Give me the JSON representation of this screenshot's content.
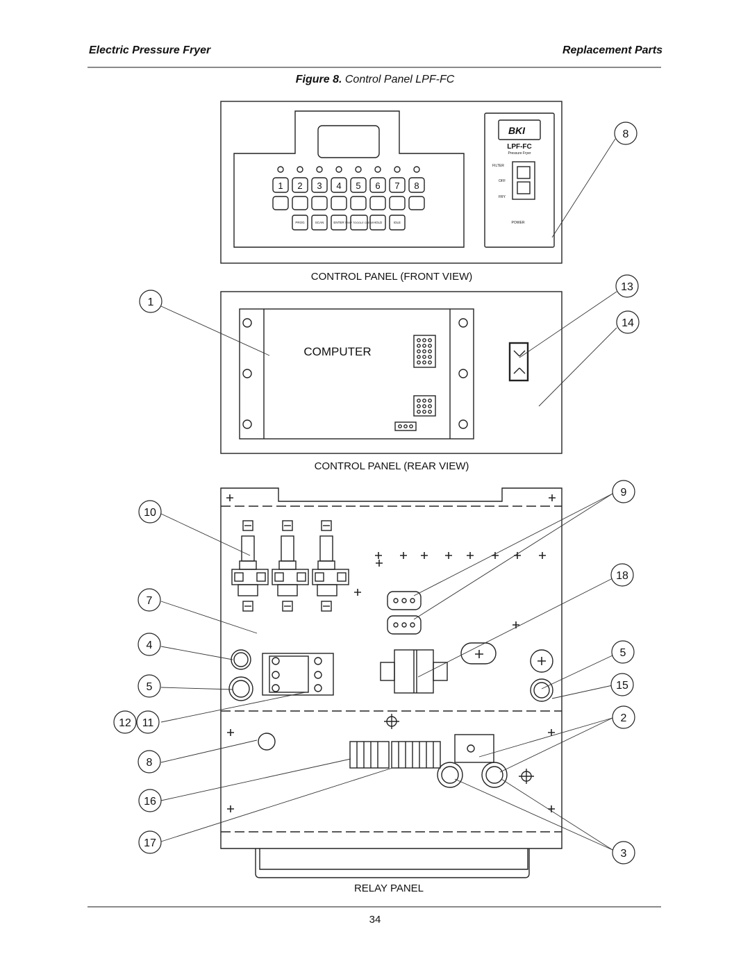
{
  "header": {
    "left": "Electric Pressure Fryer",
    "right": "Replacement Parts"
  },
  "figure": {
    "label": "Figure 8.",
    "title": "Control Panel LPF-FC"
  },
  "front_view": {
    "caption": "CONTROL PANEL (FRONT VIEW)",
    "number_keys": [
      "1",
      "2",
      "3",
      "4",
      "5",
      "6",
      "7",
      "8"
    ],
    "function_keys": [
      "PROG",
      "SCAN",
      "ENTER",
      "TEMP TOGGLE CLEAR",
      "HOLD",
      "IDLE"
    ],
    "brand_logo": "BKI",
    "model": "LPF-FC",
    "model_subtitle": "Pressure Fryer",
    "switch_labels": [
      "FILTER",
      "OFF",
      "FRY"
    ],
    "power_label": "POWER"
  },
  "rear_view": {
    "caption": "CONTROL PANEL (REAR VIEW)",
    "computer_label": "COMPUTER"
  },
  "relay_panel": {
    "caption": "RELAY PANEL"
  },
  "callouts": [
    "8",
    "1",
    "13",
    "14",
    "10",
    "9",
    "7",
    "18",
    "4",
    "5",
    "5",
    "15",
    "12",
    "11",
    "2",
    "8",
    "16",
    "17",
    "3"
  ],
  "page_number": "34"
}
